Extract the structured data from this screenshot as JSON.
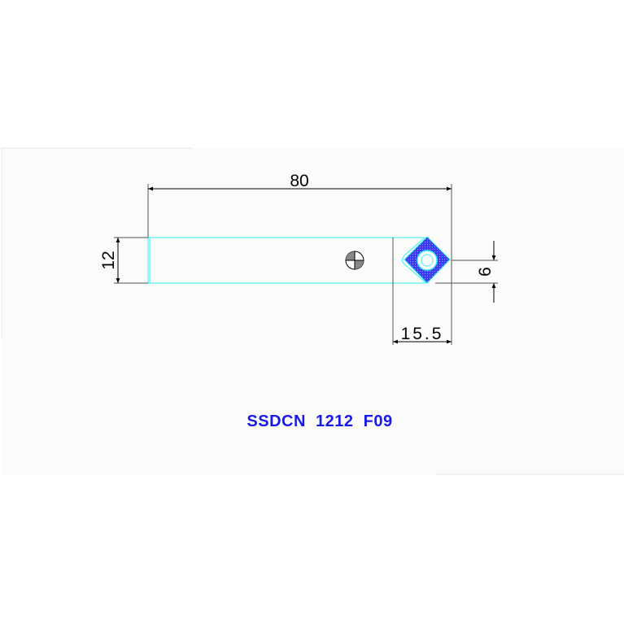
{
  "drawing": {
    "title": "SSDCN  1212  F09",
    "dimensions": {
      "overall_length": "80",
      "shank_height": "12",
      "tip_offset": "6",
      "head_length": "15.5"
    }
  },
  "colors": {
    "background": "#fbfcfa",
    "outline": "#00ffff",
    "insert": "#3b3bef",
    "dimension": "#000000",
    "title": "#1a1ae6"
  }
}
